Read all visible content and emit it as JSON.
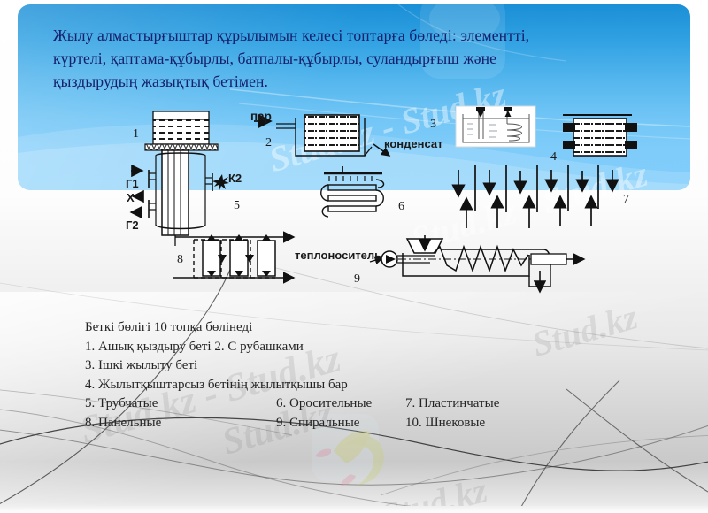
{
  "headline": {
    "line1": "Жылу алмастырғыштар құрылымын келесі топтарға бөледі: элементті,",
    "line2": "күртелі, қаптама-құбырлы, батпалы-құбырлы, суландырғыш және",
    "line3": "қыздырудың жазықтық бетімен."
  },
  "diagram": {
    "labels": {
      "n1": "1",
      "n2": "2",
      "n3": "3",
      "n4": "4",
      "n5": "5",
      "n6": "6",
      "n7": "7",
      "n8": "8",
      "n9": "9",
      "g1": "Г1",
      "g2": "Г2",
      "x": "Х",
      "k2": "К2",
      "steam": "пар",
      "condensate": "конденсат",
      "coolant": "теплоноситель"
    }
  },
  "list": {
    "intro": "Беткі бөлігі 10 топқа бөлінеді",
    "rows": [
      {
        "c1": "1. Ашық қыздыру беті 2. С рубашками",
        "c2": "",
        "c3": ""
      },
      {
        "c1": "3. Ішкі жылыту беті",
        "c2": "",
        "c3": ""
      },
      {
        "c1": "4. Жылытқыштарсыз бетінің жылытқышы бар",
        "c2": "",
        "c3": ""
      },
      {
        "c1": "5. Трубчатые",
        "c2": "6. Оросительные",
        "c3": "7. Пластинчатые"
      },
      {
        "c1": "8. Панельные",
        "c2": "9. Спиральные",
        "c3": "10. Шнековые"
      }
    ]
  },
  "watermarks": {
    "w1": "Stud.kz - Stud.kz",
    "w2": "Stud.kz - Stud.kz",
    "w3": "Stud.kz - Stud.kz",
    "w4": "Stud.kz",
    "w5": "Stud.kz",
    "w6": "Stud.kz"
  },
  "colors": {
    "panel_top": "#1b8fd6",
    "panel_bottom": "#80cdfb",
    "headline_text": "#15206b",
    "list_text": "#242424",
    "ink": "#111111"
  }
}
